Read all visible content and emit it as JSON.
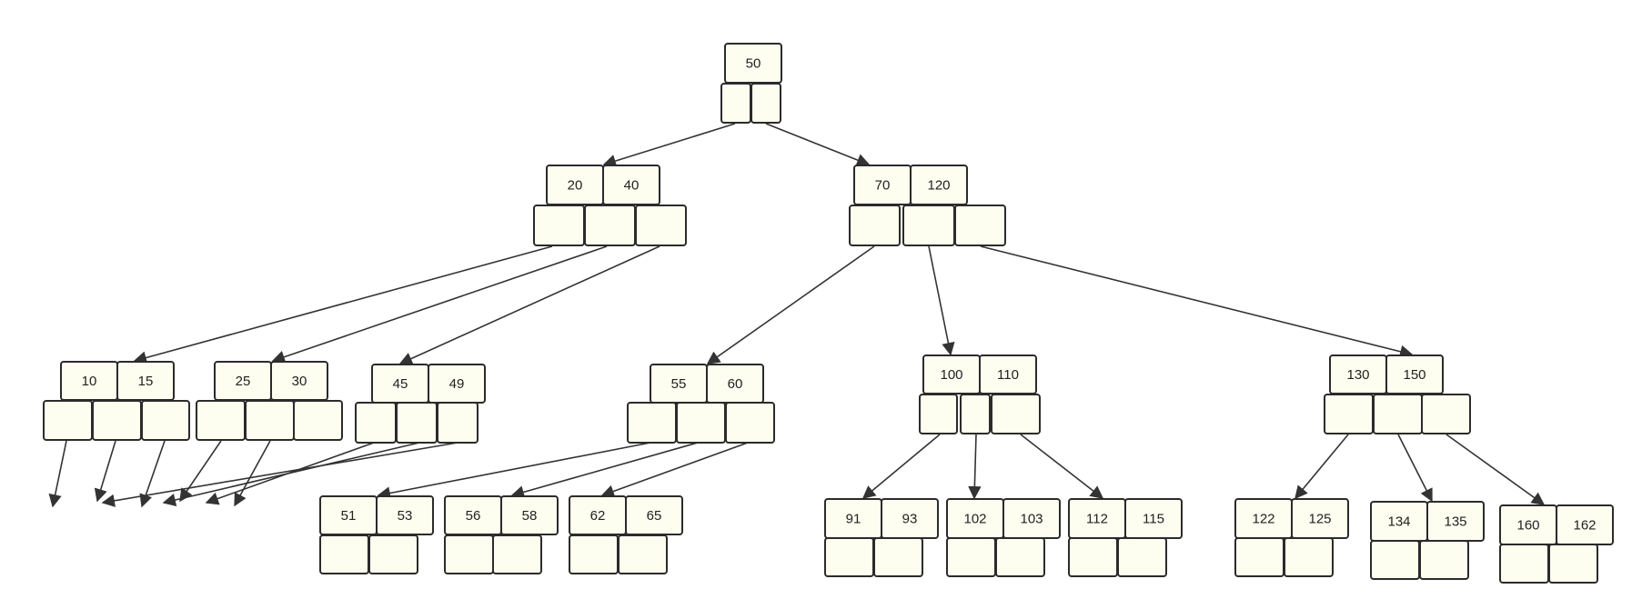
{
  "colors": {
    "node_fill": "#fdfdf0",
    "border": "#2b2b2b",
    "edge": "#333333",
    "highlight_yellow": "#ffff99",
    "highlight_cyan": "#66ffff",
    "highlight_magenta": "#ff66ff",
    "highlight_green": "#99ff33"
  },
  "tree": {
    "root": {
      "keys": [
        "50"
      ],
      "highlight": [
        "highlight_yellow"
      ]
    },
    "level1": [
      {
        "keys": [
          "20",
          "40"
        ],
        "highlight": [
          null,
          null
        ]
      },
      {
        "keys": [
          "70",
          "120"
        ],
        "highlight": [
          "highlight_cyan",
          "highlight_magenta"
        ]
      }
    ],
    "level2": [
      {
        "keys": [
          "10",
          "15"
        ],
        "highlight": [
          null,
          null
        ]
      },
      {
        "keys": [
          "25",
          "30"
        ],
        "highlight": [
          null,
          null
        ]
      },
      {
        "keys": [
          "45",
          "49"
        ],
        "highlight": [
          null,
          null
        ]
      },
      {
        "keys": [
          "55",
          "60"
        ],
        "highlight": [
          null,
          null
        ]
      },
      {
        "keys": [
          "100",
          "110"
        ],
        "highlight": [
          null,
          "highlight_green"
        ]
      },
      {
        "keys": [
          "130",
          "150"
        ],
        "highlight": [
          null,
          null
        ]
      }
    ],
    "level3": [
      {
        "keys": [
          "51",
          "53"
        ]
      },
      {
        "keys": [
          "56",
          "58"
        ]
      },
      {
        "keys": [
          "62",
          "65"
        ]
      },
      {
        "keys": [
          "91",
          "93"
        ]
      },
      {
        "keys": [
          "102",
          "103"
        ]
      },
      {
        "keys": [
          "112",
          "115"
        ]
      },
      {
        "keys": [
          "122",
          "125"
        ]
      },
      {
        "keys": [
          "134",
          "135"
        ]
      },
      {
        "keys": [
          "160",
          "162"
        ]
      }
    ]
  }
}
